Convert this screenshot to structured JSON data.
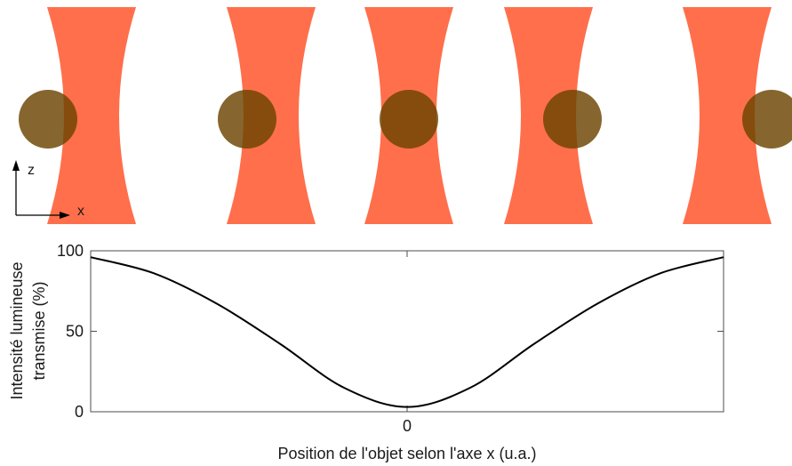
{
  "illustration": {
    "beam_color": "#FF6F4B",
    "particle_color": "#6B4400",
    "axis_z_label": "z",
    "axis_x_label": "x",
    "frames": [
      {
        "beam_center": 103,
        "particle_x": 54
      },
      {
        "beam_center": 305,
        "particle_x": 278
      },
      {
        "beam_center": 460,
        "particle_x": 460
      },
      {
        "beam_center": 617,
        "particle_x": 644
      },
      {
        "beam_center": 818,
        "particle_x": 868
      }
    ]
  },
  "chart_data": {
    "type": "line",
    "xlabel": "Position de l'objet selon l'axe x (u.a.)",
    "ylabel_lines": [
      "Intensité lumineuse",
      "transmise (%)"
    ],
    "xlim": [
      -1,
      1
    ],
    "ylim": [
      0,
      100
    ],
    "x_ticks": [
      {
        "value": 0,
        "label": "0"
      }
    ],
    "y_ticks": [
      {
        "value": 0,
        "label": "0"
      },
      {
        "value": 50,
        "label": "50"
      },
      {
        "value": 100,
        "label": "100"
      }
    ],
    "grid": false,
    "line_color": "#000000",
    "series": [
      {
        "x": [
          -1.0,
          -0.8,
          -0.6,
          -0.4,
          -0.2,
          0.0,
          0.2,
          0.4,
          0.6,
          0.8,
          1.0
        ],
        "y": [
          96,
          86,
          67,
          42,
          15,
          3,
          15,
          42,
          67,
          86,
          96
        ]
      }
    ]
  }
}
